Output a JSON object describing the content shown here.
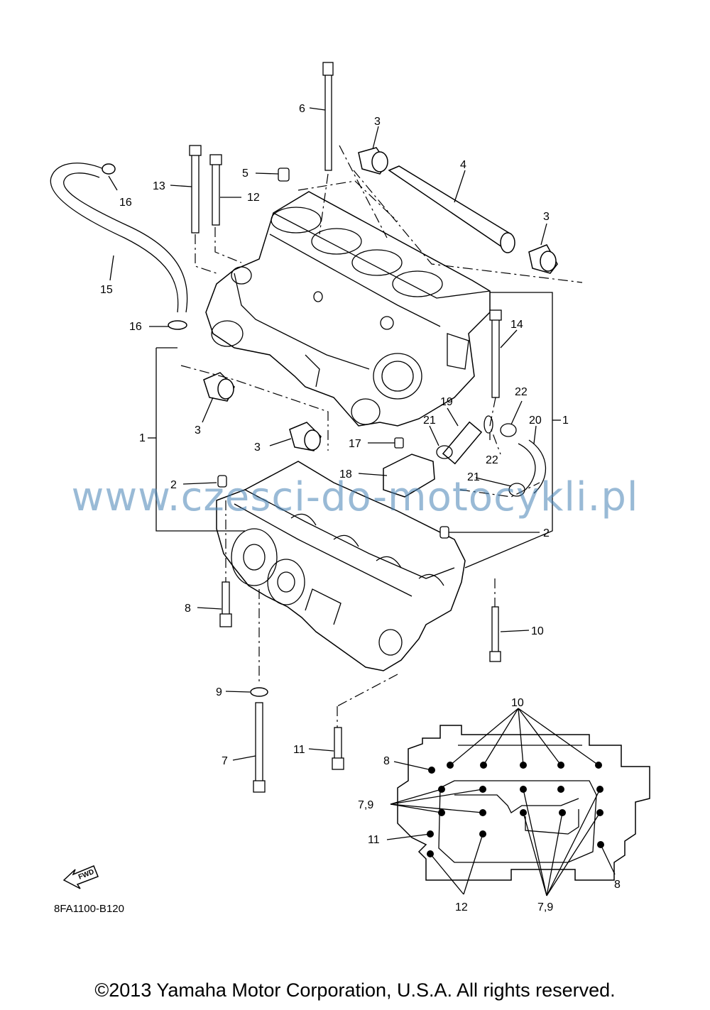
{
  "labels": {
    "l1": "1",
    "l2": "2",
    "l3": "3",
    "l4": "4",
    "l5": "5",
    "l6": "6",
    "l7": "7",
    "l8": "8",
    "l9": "9",
    "l10": "10",
    "l11": "11",
    "l12": "12",
    "l13": "13",
    "l14": "14",
    "l15": "15",
    "l16": "16",
    "l17": "17",
    "l18": "18",
    "l19": "19",
    "l20": "20",
    "l21": "21",
    "l22": "22",
    "l79": "7,9"
  },
  "fwd_label": "FWD",
  "diagram_code": "8FA1100-B120",
  "watermark": "www.czesci-do-motocykli.pl",
  "copyright": "©2013 Yamaha Motor Corporation, U.S.A. All rights reserved."
}
